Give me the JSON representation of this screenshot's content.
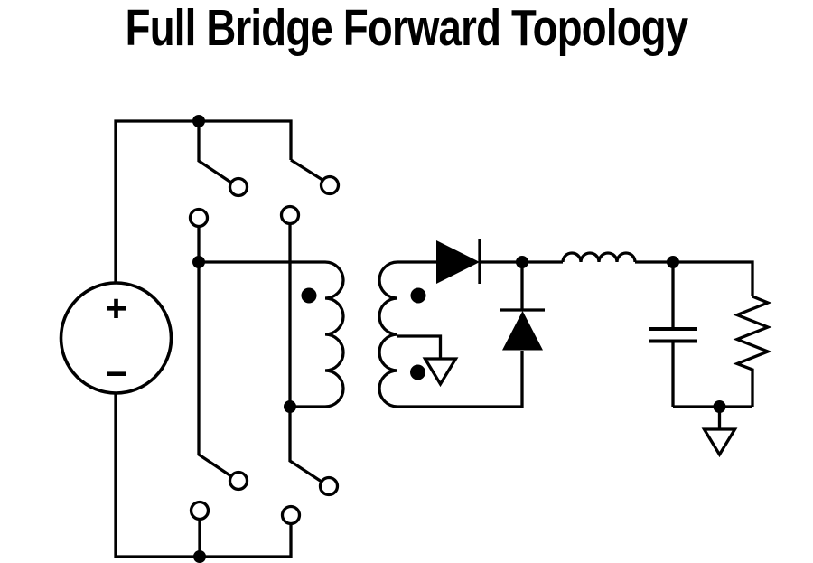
{
  "title": "Full Bridge Forward Topology",
  "source": {
    "type": "dc-voltage-source",
    "positive_label": "+",
    "negative_label": "−"
  },
  "colors": {
    "line": "#000000",
    "background": "#ffffff"
  },
  "symbols": [
    {
      "id": "dc-voltage-source",
      "kind": "circle-source",
      "terminals": "plus-top-minus-bottom"
    },
    {
      "id": "bridge-switch-top-left",
      "kind": "open-switch"
    },
    {
      "id": "bridge-switch-top-right",
      "kind": "open-switch"
    },
    {
      "id": "bridge-switch-bottom-left",
      "kind": "open-switch"
    },
    {
      "id": "bridge-switch-bottom-right",
      "kind": "open-switch"
    },
    {
      "id": "transformer",
      "kind": "transformer",
      "primary_arcs": 4,
      "secondary_arcs": 4,
      "phase_dots": 3,
      "center_tap_grounded": true
    },
    {
      "id": "forward-diode",
      "kind": "diode-right"
    },
    {
      "id": "freewheeling-diode",
      "kind": "diode-up"
    },
    {
      "id": "output-inductor",
      "kind": "inductor",
      "arcs": 4
    },
    {
      "id": "output-capacitor",
      "kind": "capacitor"
    },
    {
      "id": "load-resistor",
      "kind": "resistor-zigzag"
    },
    {
      "id": "secondary-ground",
      "kind": "ground-triangle"
    },
    {
      "id": "output-ground",
      "kind": "ground-triangle"
    }
  ]
}
